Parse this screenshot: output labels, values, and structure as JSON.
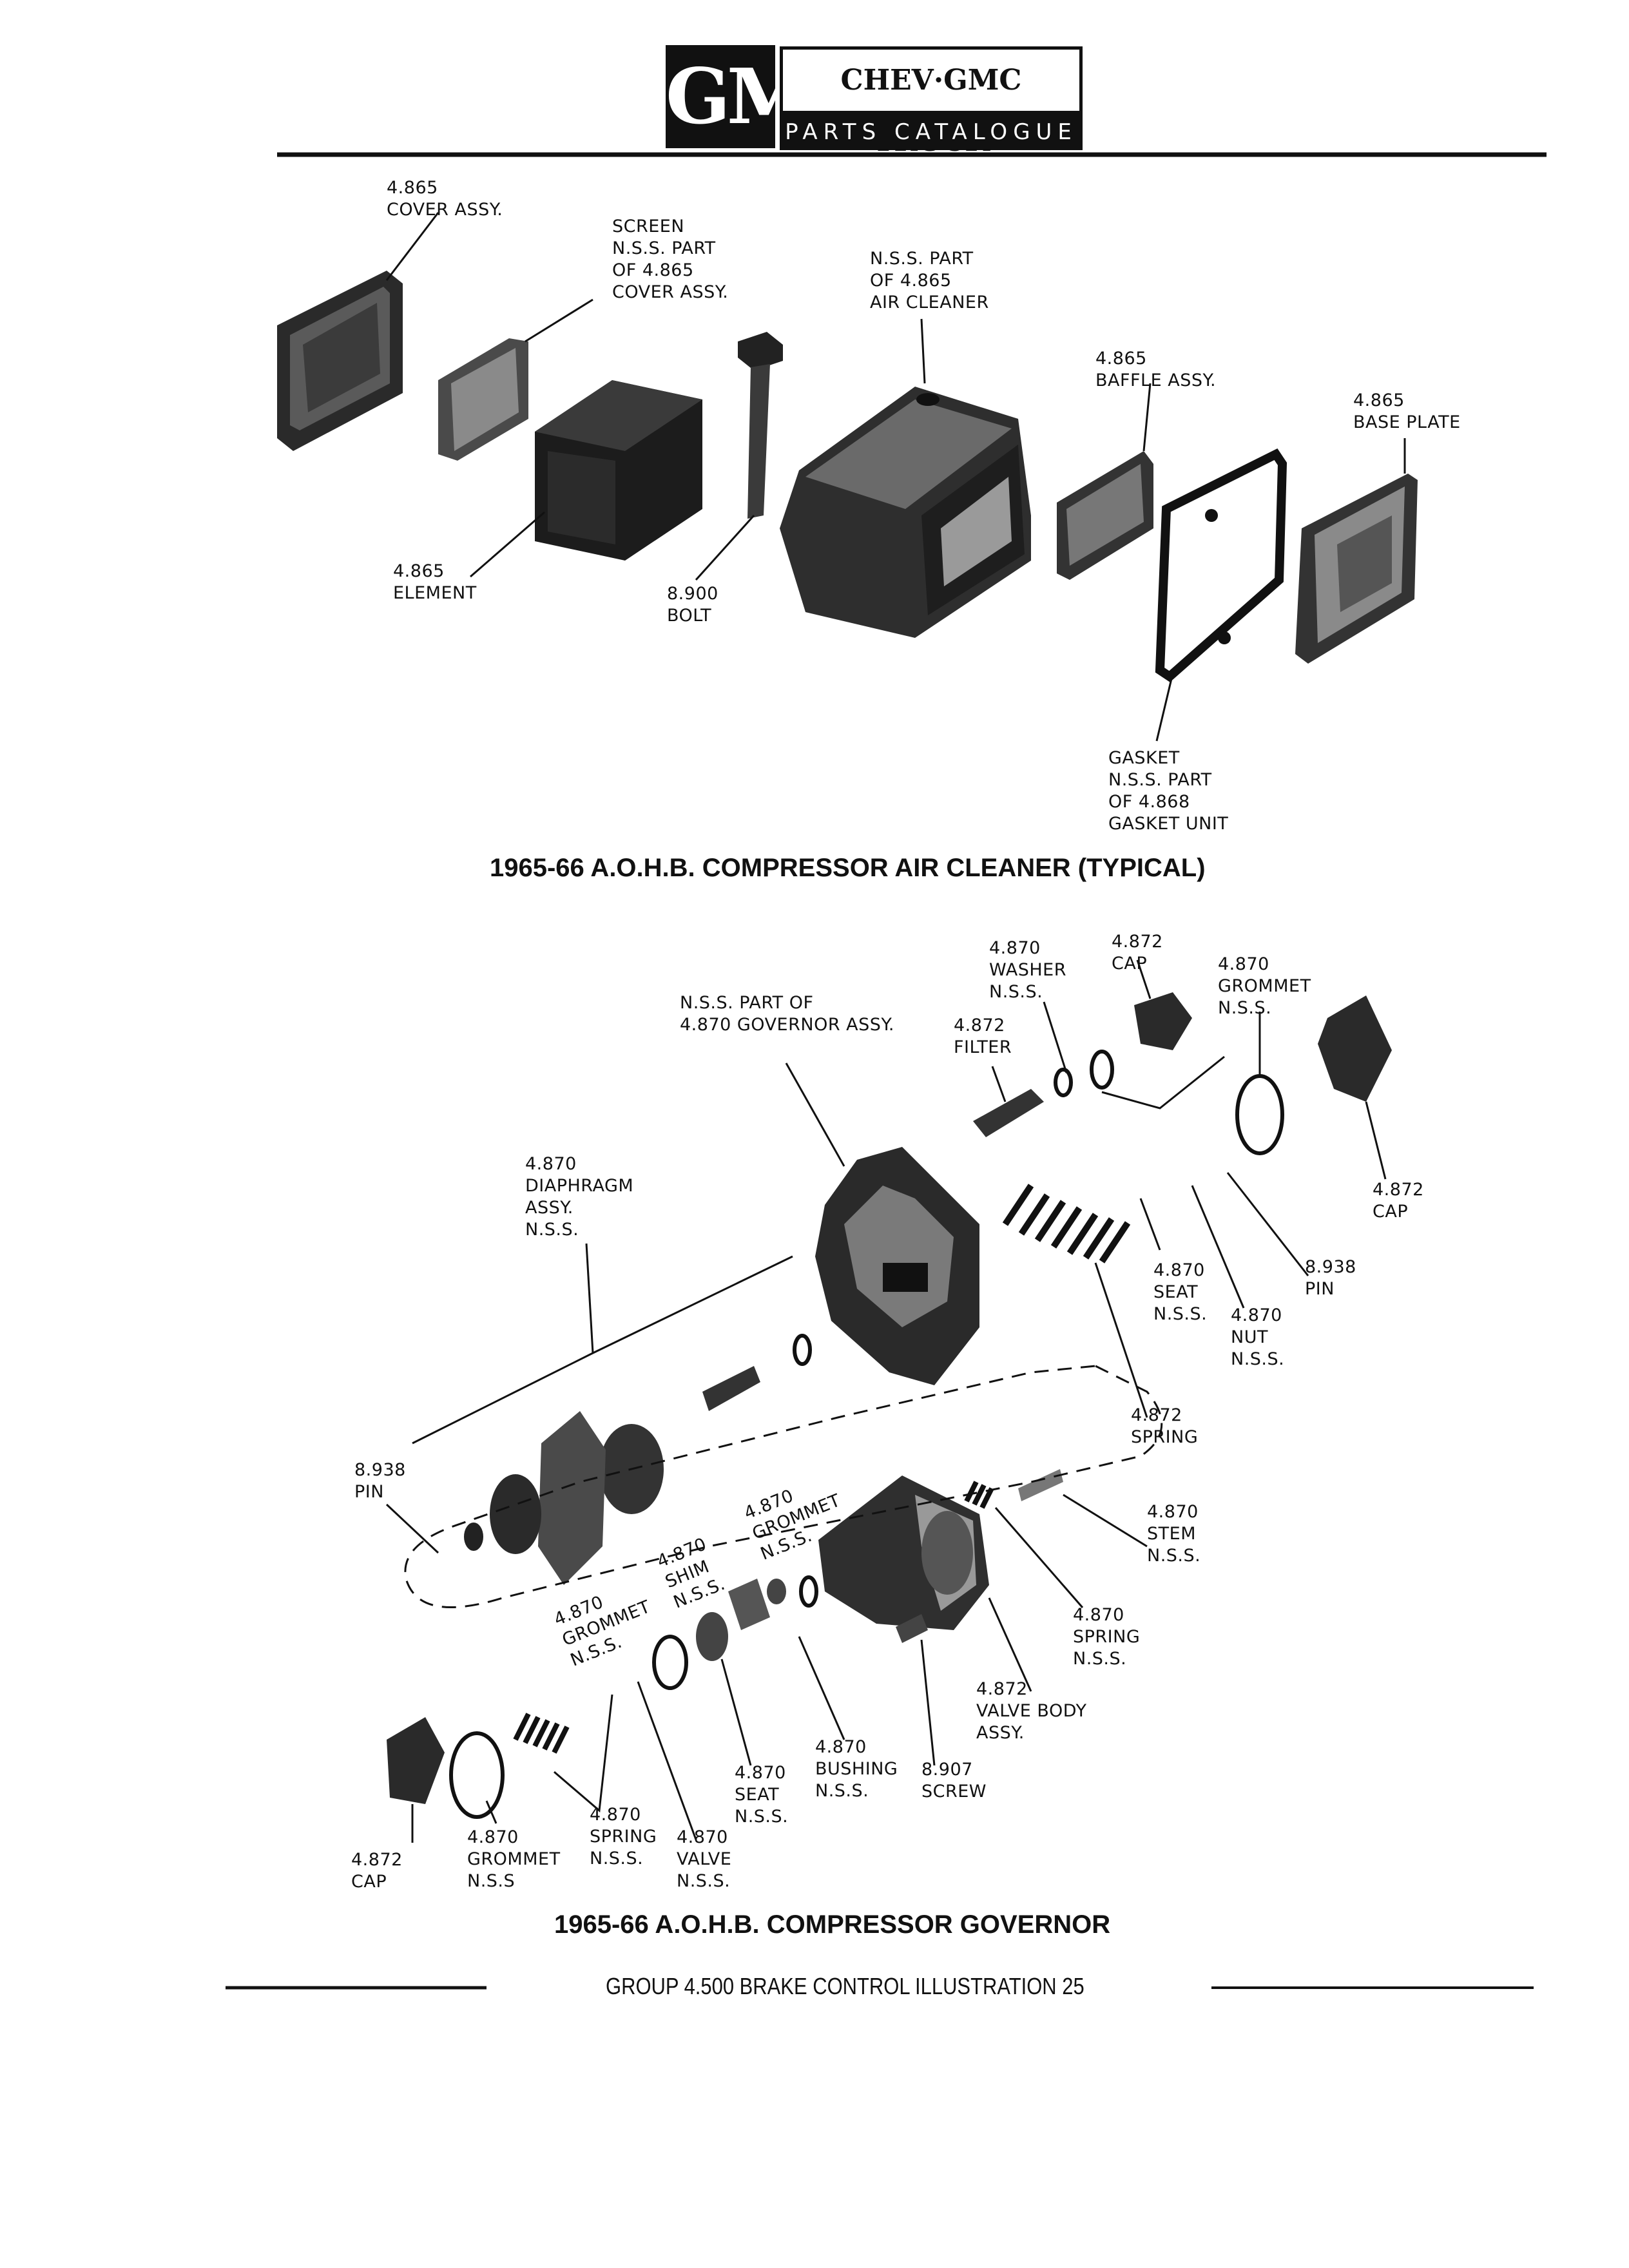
{
  "header": {
    "logo_mark": "GM",
    "logo_line1": "CHEV·GMC TRUCK",
    "logo_line2": "PARTS CATALOGUE"
  },
  "air_cleaner": {
    "caption": "1965-66 A.O.H.B. COMPRESSOR AIR CLEANER (TYPICAL)",
    "labels": {
      "cover": "4.865\nCOVER ASSY.",
      "screen": "SCREEN\nN.S.S. PART\nOF 4.865\nCOVER ASSY.",
      "air_cleaner_part": "N.S.S. PART\nOF 4.865\nAIR CLEANER",
      "baffle": "4.865\nBAFFLE ASSY.",
      "base_plate": "4.865\nBASE PLATE",
      "element": "4.865\nELEMENT",
      "bolt": "8.900\nBOLT",
      "gasket": "GASKET\nN.S.S. PART\nOF 4.868\nGASKET UNIT"
    }
  },
  "governor": {
    "caption": "1965-66 A.O.H.B. COMPRESSOR GOVERNOR",
    "labels": {
      "washer": "4.870\nWASHER\nN.S.S.",
      "cap_top": "4.872\nCAP",
      "grommet_top": "4.870\nGROMMET\nN.S.S.",
      "governor_part": "N.S.S. PART OF\n4.870 GOVERNOR ASSY.",
      "filter": "4.872\nFILTER",
      "diaphragm": "4.870\nDIAPHRAGM\nASSY.\nN.S.S.",
      "cap_right": "4.872\nCAP",
      "pin_right": "8.938\nPIN",
      "seat_top": "4.870\nSEAT\nN.S.S.",
      "nut": "4.870\nNUT\nN.S.S.",
      "spring_main": "4.872\nSPRING",
      "pin_left": "8.938\nPIN",
      "stem": "4.870\nSTEM\nN.S.S.",
      "grommet_rot1": "4.870\nGROMMET\nN.S.S.",
      "shim_rot": "4.870\nSHIM\nN.S.S.",
      "grommet_rot2": "4.870\nGROMMET\nN.S.S.",
      "spring_small": "4.870\nSPRING\nN.S.S.",
      "valve_body": "4.872\nVALVE BODY\nASSY.",
      "bushing": "4.870\nBUSHING\nN.S.S.",
      "screw": "8.907\nSCREW",
      "seat_bottom": "4.870\nSEAT\nN.S.S.",
      "spring_bottom": "4.870\nSPRING\nN.S.S.",
      "valve": "4.870\nVALVE\nN.S.S.",
      "grommet_bottom": "4.870\nGROMMET\nN.S.S",
      "cap_bottom": "4.872\nCAP"
    }
  },
  "footer": {
    "text": "GROUP 4.500 BRAKE CONTROL ILLUSTRATION 25"
  }
}
